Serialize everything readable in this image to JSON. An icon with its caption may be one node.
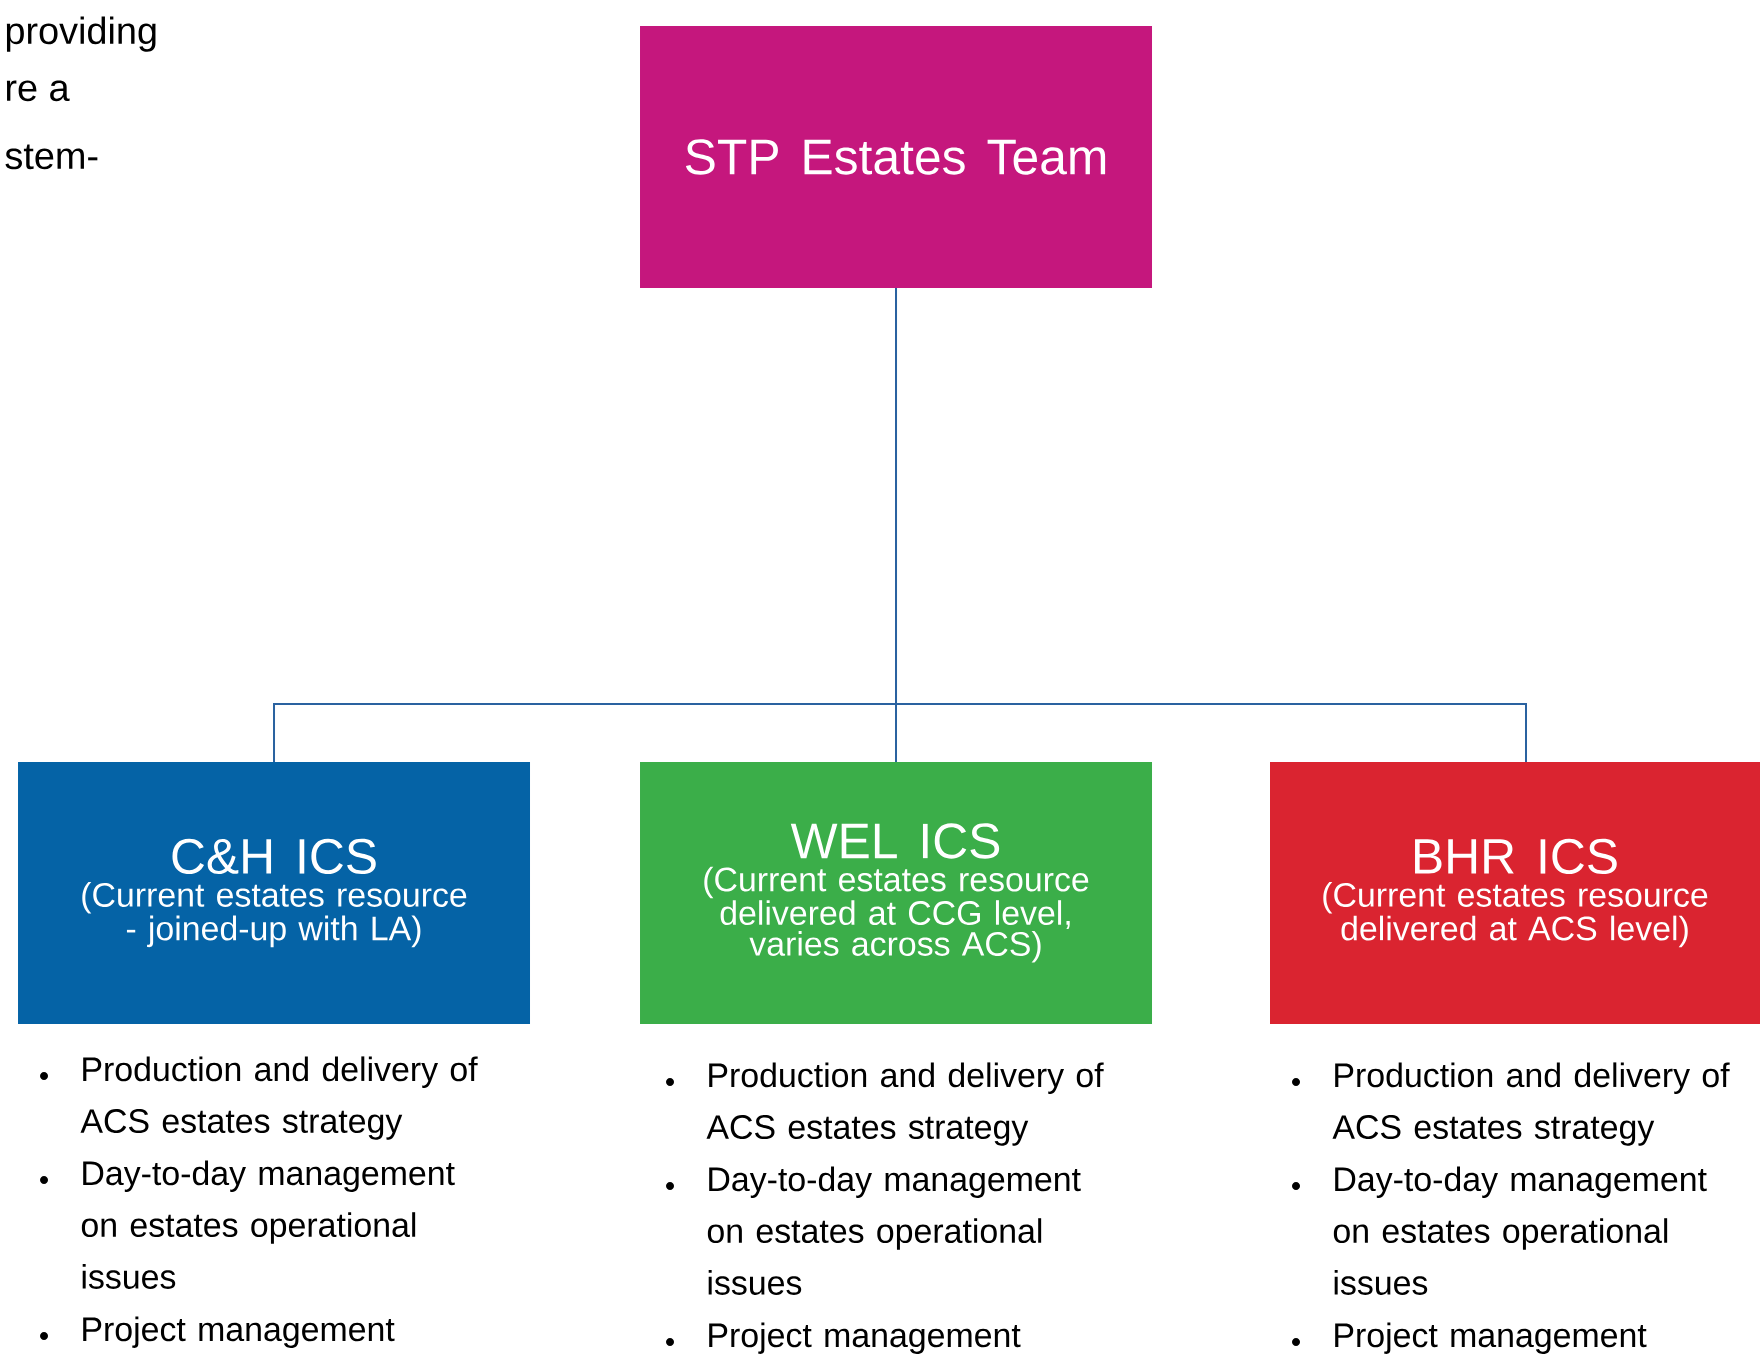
{
  "diagram": {
    "nodes": [
      {
        "text": [
          "STP Estates Team"
        ]
      },
      {
        "text": [
          "C&H ICS",
          "(Current estates resource - joined-up with LA)"
        ],
        "beside": [
          "Production and delivery of ACS estates strategy",
          "Day-to-day management on estates operational issues",
          "Project management"
        ]
      },
      {
        "text": [
          "WEL ICS",
          "(Current estates resource delivered at CCG level, varies across ACS)"
        ],
        "beside": [
          "Production and delivery of ACS estates strategy",
          "Day-to-day management on estates operational issues",
          "Project management"
        ]
      },
      {
        "text": [
          "BHR ICS",
          "(Current estates resource delivered at ACS level)"
        ],
        "beside": [
          "Production and delivery of ACS estates strategy",
          "Day-to-day management on estates operational issues",
          "Project management"
        ]
      }
    ],
    "edges": [
      {
        "from": 0,
        "to": 1,
        "arrow": "none"
      },
      {
        "from": 0,
        "to": 2,
        "arrow": "none"
      },
      {
        "from": 0,
        "to": 3,
        "arrow": "none"
      }
    ],
    "labels": [
      "providing",
      "re a",
      "stem-"
    ]
  }
}
